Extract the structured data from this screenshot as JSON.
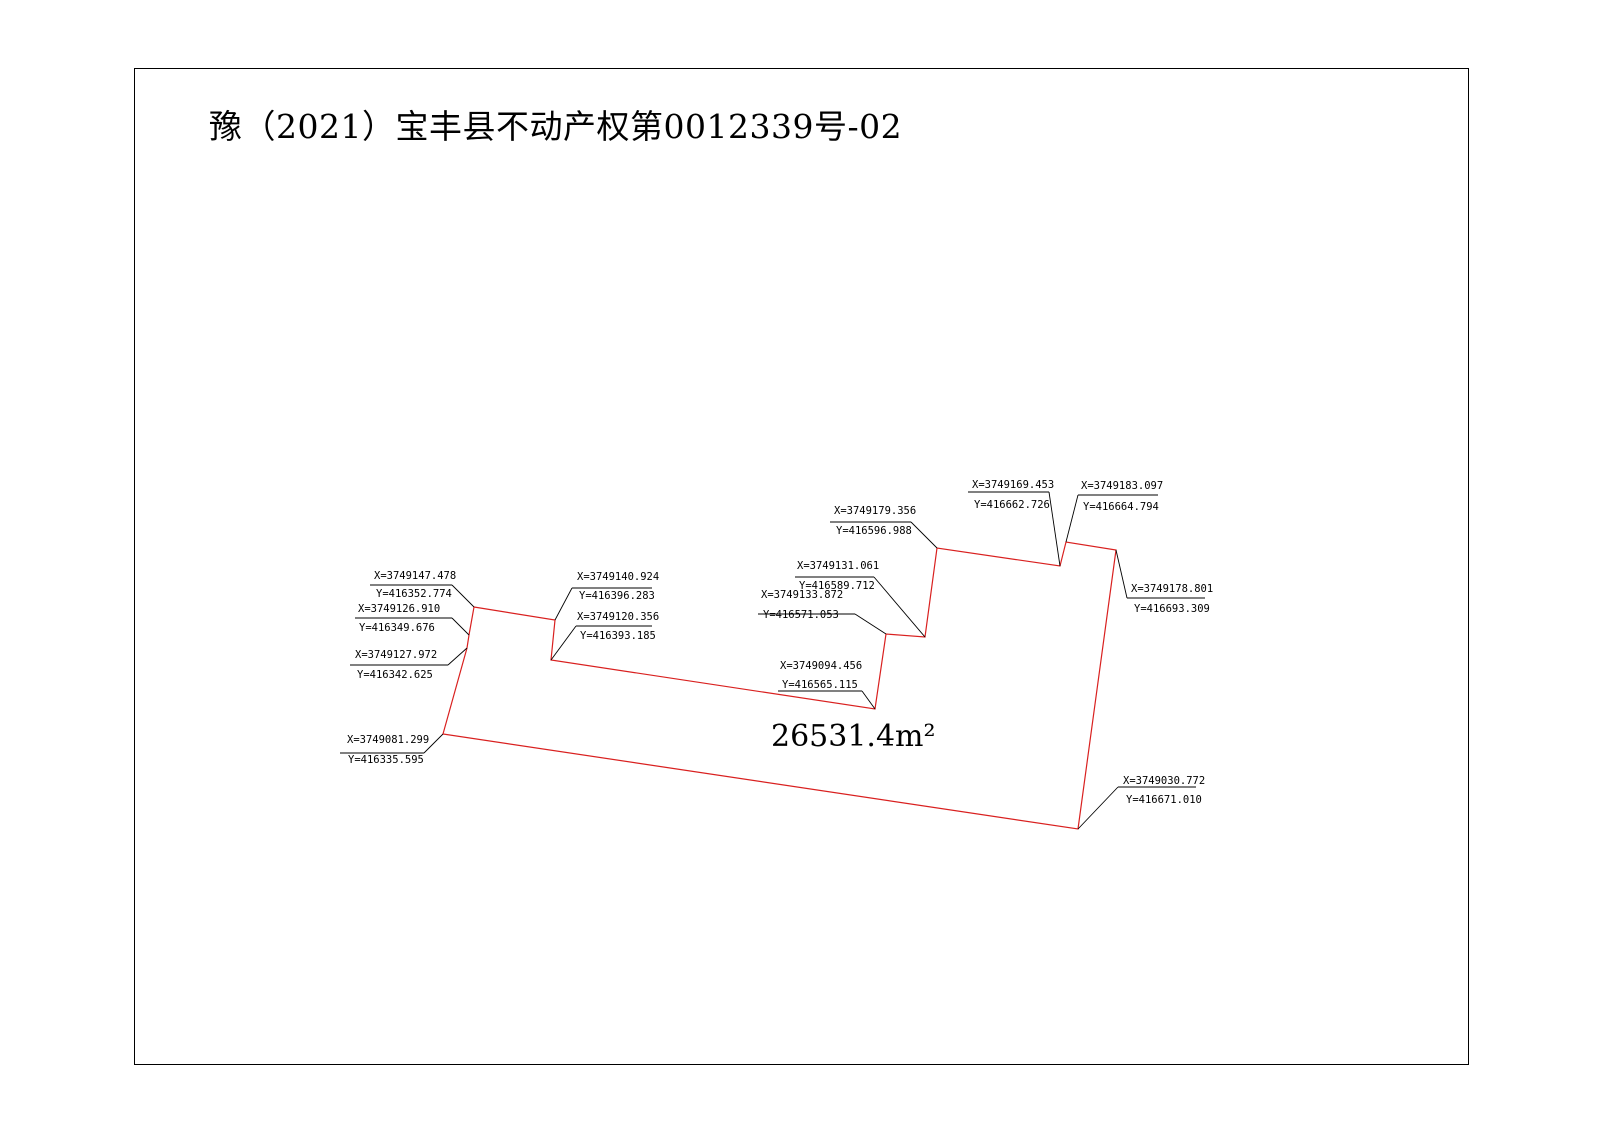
{
  "title": "豫（2021）宝丰县不动产权第0012339号-02",
  "area_label": "26531.4m²",
  "colors": {
    "boundary": "#d9201f",
    "leader": "#000000",
    "frame": "#000000"
  },
  "points": [
    {
      "id": "p1",
      "x_text": "X=3749147.478",
      "y_text": "Y=416352.774"
    },
    {
      "id": "p2",
      "x_text": "X=3749126.910",
      "y_text": "Y=416349.676"
    },
    {
      "id": "p3",
      "x_text": "X=3749127.972",
      "y_text": "Y=416342.625"
    },
    {
      "id": "p4",
      "x_text": "X=3749081.299",
      "y_text": "Y=416335.595"
    },
    {
      "id": "p5",
      "x_text": "X=3749140.924",
      "y_text": "Y=416396.283"
    },
    {
      "id": "p6",
      "x_text": "X=3749120.356",
      "y_text": "Y=416393.185"
    },
    {
      "id": "p7",
      "x_text": "X=3749094.456",
      "y_text": "Y=416565.115"
    },
    {
      "id": "p8",
      "x_text": "X=3749133.872",
      "y_text": "Y=416571.053"
    },
    {
      "id": "p9",
      "x_text": "X=3749131.061",
      "y_text": "Y=416589.712"
    },
    {
      "id": "p10",
      "x_text": "X=3749179.356",
      "y_text": "Y=416596.988"
    },
    {
      "id": "p11",
      "x_text": "X=3749169.453",
      "y_text": "Y=416662.726"
    },
    {
      "id": "p12",
      "x_text": "X=3749183.097",
      "y_text": "Y=416664.794"
    },
    {
      "id": "p13",
      "x_text": "X=3749178.801",
      "y_text": "Y=416693.309"
    },
    {
      "id": "p14",
      "x_text": "X=3749030.772",
      "y_text": "Y=416671.010"
    }
  ]
}
